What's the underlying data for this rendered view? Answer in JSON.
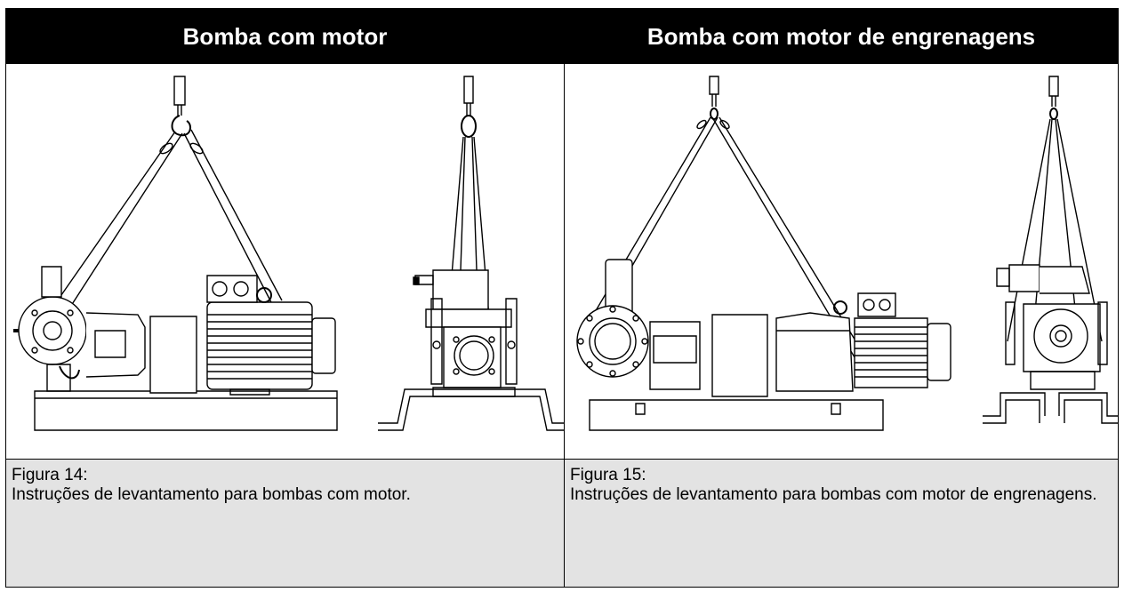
{
  "headers": {
    "left": "Bomba com motor",
    "right": "Bomba com motor de engrenagens"
  },
  "captions": {
    "left": {
      "label": "Figura 14:",
      "text": "Instruções de levantamento para bombas com motor."
    },
    "right": {
      "label": "Figura 15:",
      "text": "Instruções de levantamento para bombas com motor de engrenagens."
    }
  }
}
